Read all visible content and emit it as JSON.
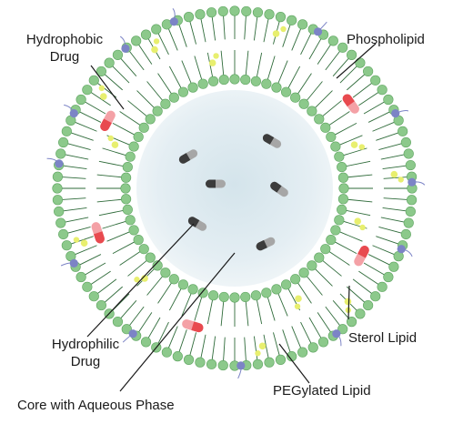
{
  "labels": {
    "hydrophobic_drug": [
      "Hydrophobic",
      "Drug"
    ],
    "phospholipid": "Phospholipid",
    "hydrophilic_drug": [
      "Hydrophilic",
      "Drug"
    ],
    "core": "Core with Aqueous Phase",
    "sterol_lipid": "Sterol Lipid",
    "pegylated_lipid": "PEGylated Lipid"
  },
  "colors": {
    "phospholipid_head": "#8cc98b",
    "phospholipid_head_stroke": "#5fa561",
    "lipid_tail": "#2f6b3a",
    "core_center": "#dbe8ee",
    "core_edge": "#eef4f7",
    "hydrophilic_drug_dark": "#3c3c3c",
    "hydrophilic_drug_light": "#a6a6a6",
    "hydrophobic_drug_red": "#e84a4f",
    "hydrophobic_drug_pink": "#f4a1a6",
    "sterol_lipid": "#e8ef6f",
    "pegylated_head": "#7c84c6",
    "leader_line": "#1a1a1a"
  }
}
